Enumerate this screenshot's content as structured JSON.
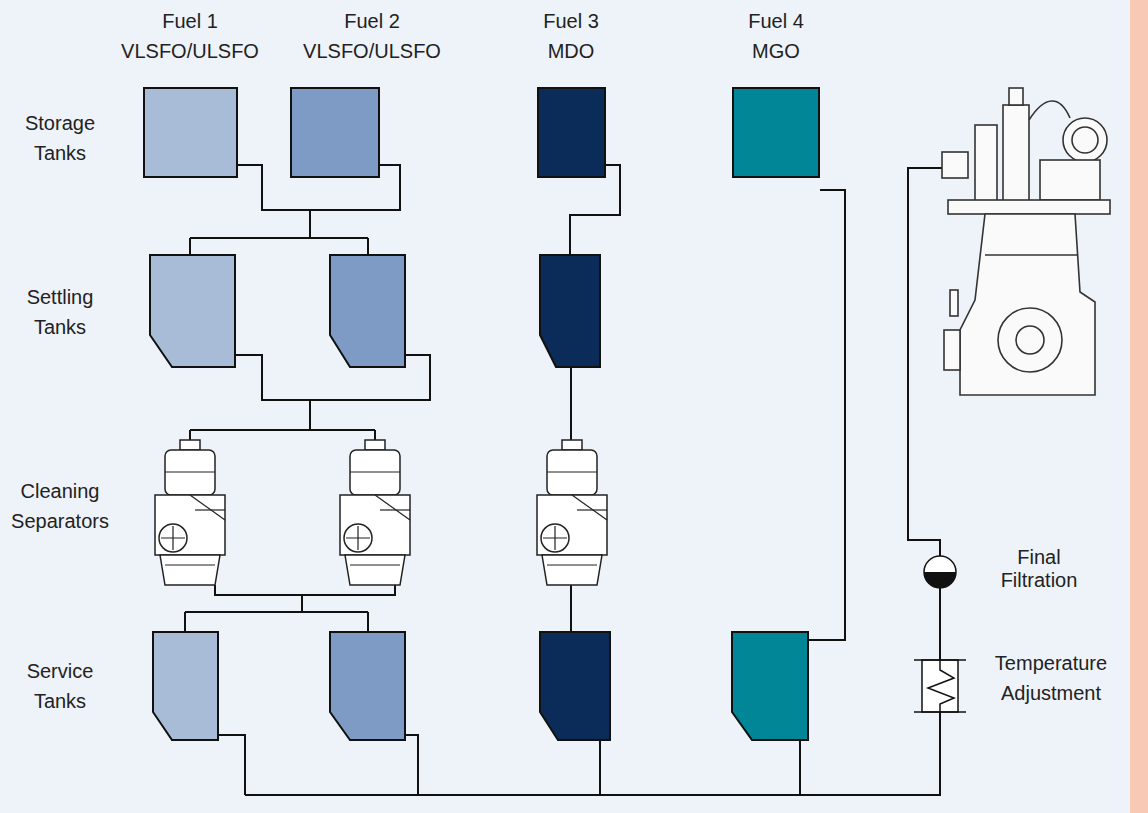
{
  "diagram": {
    "nodes": [
      {
        "text": [
          "Fuel 1 VLSFO/ULSFO"
        ]
      },
      {
        "text": [
          "Fuel 2 VLSFO/ULSFO"
        ]
      },
      {
        "text": [
          "Fuel 3 MDO"
        ]
      },
      {
        "text": [
          "Fuel 4 MGO"
        ]
      },
      {
        "text": [
          "Final Filtration"
        ]
      },
      {
        "text": [
          "Temperature Adjustment"
        ]
      }
    ],
    "edges": [
      {
        "from": 5,
        "to": 4,
        "arrow": "none"
      }
    ],
    "labels": [
      "Storage Tanks",
      "Settling Tanks",
      "Cleaning Separators",
      "Service Tanks"
    ]
  }
}
